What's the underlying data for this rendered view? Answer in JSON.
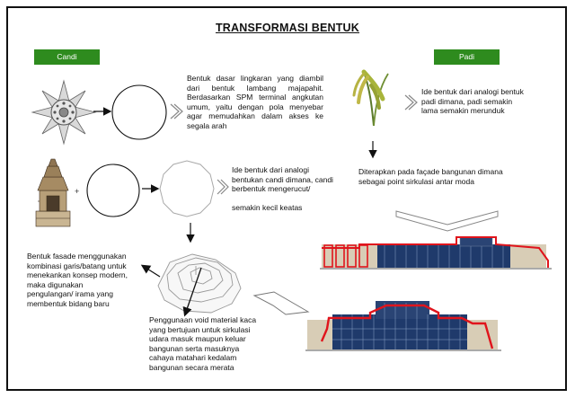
{
  "title": "TRANSFORMASI BENTUK",
  "labels": {
    "candi": "Candi",
    "padi": "Padi"
  },
  "plus_sign": "+",
  "texts": {
    "circle_desc": "Bentuk dasar lingkaran yang diambil dari bentuk lambang majapahit. Berdasarkan SPM terminal angkutan umum, yaitu dengan pola menyebar agar memudahkan dalam akses ke segala arah",
    "candi_desc_1": "Ide bentuk dari analogi bentukan candi dimana, candi berbentuk mengerucut/",
    "candi_desc_2": "semakin kecil keatas",
    "facade_desc": "Bentuk fasade menggunakan kombinasi garis/batang untuk menekankan konsep modern, maka digunakan pengulangan/ irama yang membentuk bidang baru",
    "void_desc": "Penggunaan void material kaca yang bertujuan untuk sirkulasi udara masuk maupun keluar bangunan serta masuknya cahaya matahari kedalam bangunan secara merata",
    "padi_desc": "Ide bentuk dari analogi bentuk padi dimana, padi semakin lama semakin merunduk",
    "padi_applied": "Diterapkan pada façade bangunan dimana sebagai point sirkulasi antar moda"
  },
  "colors": {
    "badge_green": "#2e8b1e",
    "accent_red": "#e0141c",
    "glass_blue": "#1f3a6b"
  }
}
